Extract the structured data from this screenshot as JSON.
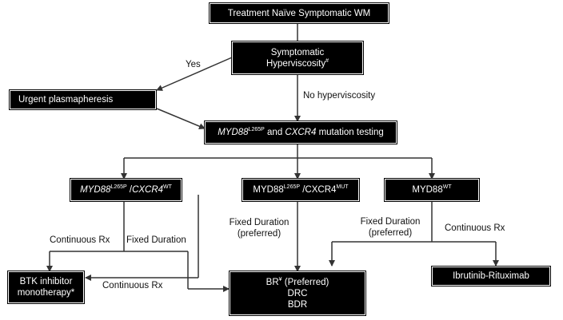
{
  "nodes": {
    "start": "Treatment Naïve Symptomatic WM",
    "hyperviscosity_l1": "Symptomatic",
    "hyperviscosity_l2": "Hyperviscosity",
    "hyperviscosity_sup": "#",
    "plasmapheresis": "Urgent plasmapheresis",
    "mutation_testing": {
      "gene1": "MYD88",
      "gene1_sup": "L265P",
      "connector": " and ",
      "gene2": "CXCR4",
      "suffix": " mutation testing"
    },
    "branch_wt": {
      "gene1": "MYD88",
      "gene1_sup": "L265P",
      "sep": " /",
      "gene2": "CXCR4",
      "gene2_sup": "WT"
    },
    "branch_mut": {
      "gene1": "MYD88",
      "gene1_sup": "L265P",
      "sep": " /",
      "gene2": "CXCR4",
      "gene2_sup": "MUT"
    },
    "branch_myd_wt": {
      "gene1": "MYD88",
      "gene1_sup": "WT"
    },
    "btk_l1": "BTK inhibitor",
    "btk_l2": "monotherapy*",
    "br_main": "BR",
    "br_sup": "¥",
    "br_rest": " (Preferred)",
    "drc": "DRC",
    "bdr": "BDR",
    "ibrutinib": "Ibrutinib-Rituximab"
  },
  "labels": {
    "yes": "Yes",
    "no_hyper": "No hyperviscosity",
    "cont_rx_left": "Continuous Rx",
    "fixed_left": "Fixed Duration",
    "cont_rx_bottom": "Continuous Rx",
    "fixed_mid_l1": "Fixed Duration",
    "fixed_mid_l2": "(preferred)",
    "fixed_right_l1": "Fixed Duration",
    "fixed_right_l2": "(preferred)",
    "cont_rx_right": "Continuous Rx"
  },
  "colors": {
    "box_fill": "#000000",
    "box_text": "#ffffff",
    "line": "#333333"
  }
}
